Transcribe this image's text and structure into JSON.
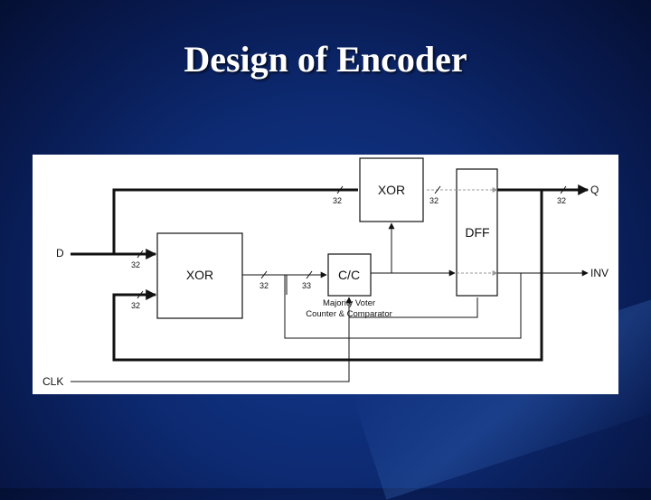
{
  "slide": {
    "title": "Design of Encoder"
  },
  "diagram": {
    "blocks": {
      "xor_top": "XOR",
      "xor_main": "XOR",
      "dff": "DFF",
      "cc": "C/C"
    },
    "signals": {
      "d": "D",
      "clk": "CLK",
      "q": "Q",
      "inv": "INV"
    },
    "bus_widths": {
      "d_in": "32",
      "fb_in": "32",
      "xor_main_out": "32",
      "cc_in": "33",
      "xor_top_in": "32",
      "xor_top_out": "32",
      "q_out": "32"
    },
    "cc_caption": {
      "line1": "Majority Voter",
      "line2": "Counter & Comparator"
    }
  }
}
